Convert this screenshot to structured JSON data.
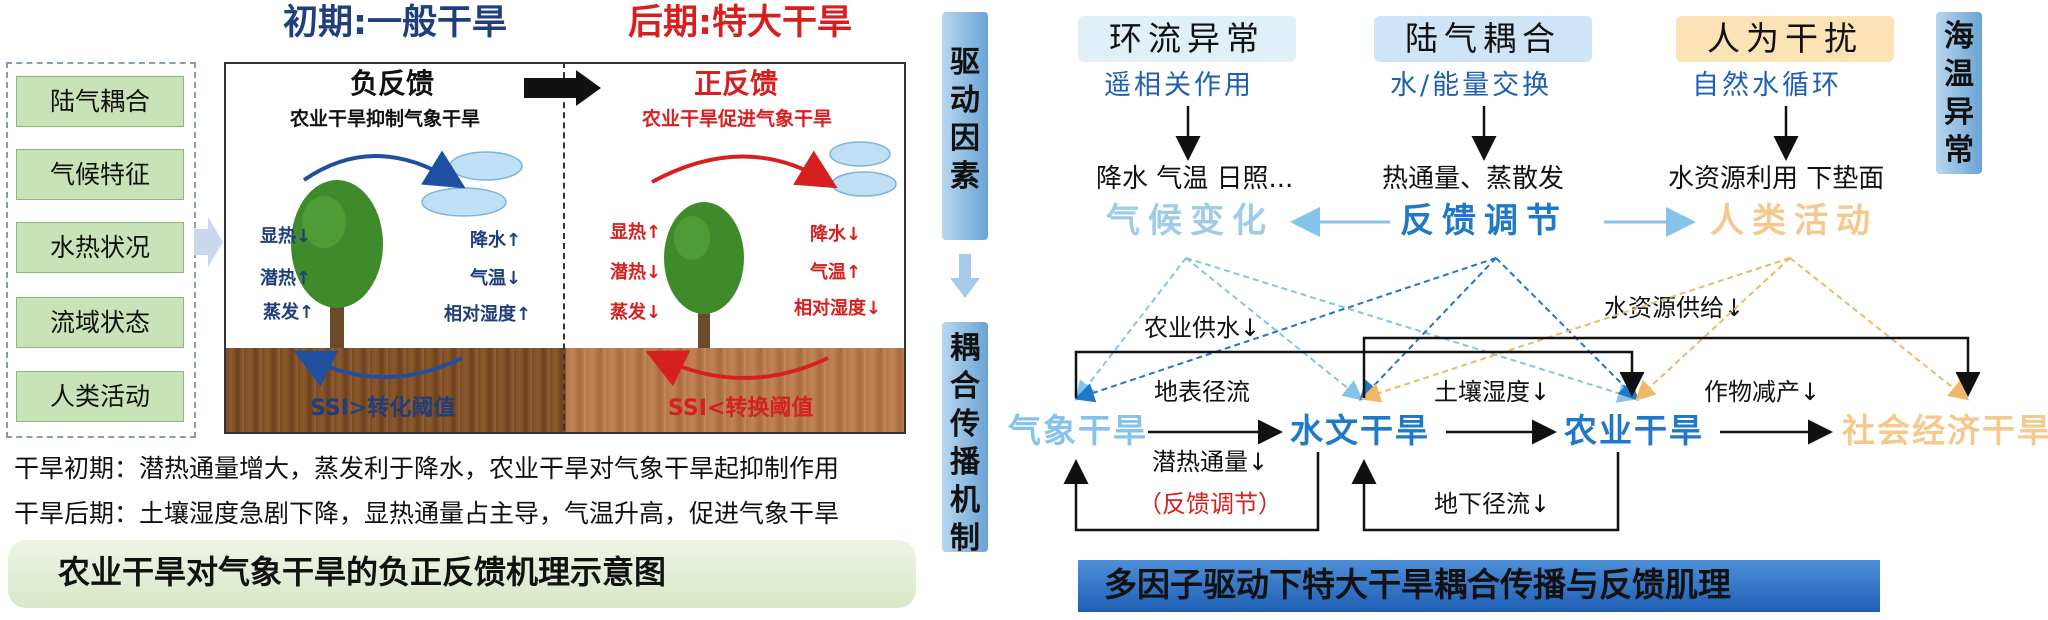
{
  "left": {
    "title_early": "初期:一般干旱",
    "title_late": "后期:特大干旱",
    "factors": [
      "陆气耦合",
      "气候特征",
      "水热状况",
      "流域状态",
      "人类活动"
    ],
    "neg": {
      "title": "负反馈",
      "subtitle": "农业干旱抑制气象干旱",
      "left_items": [
        "显热↓",
        "潜热↑",
        "蒸发↑"
      ],
      "right_items": [
        "降水↑",
        "气温↓",
        "相对湿度↑"
      ],
      "ssi": "SSI>转化阈值"
    },
    "pos": {
      "title": "正反馈",
      "subtitle": "农业干旱促进气象干旱",
      "left_items": [
        "显热↑",
        "潜热↓",
        "蒸发↓"
      ],
      "right_items": [
        "降水↓",
        "气温↑",
        "相对湿度↓"
      ],
      "ssi": "SSI<转换阈值"
    },
    "caption1": "干旱初期：潜热通量增大，蒸发利于降水，农业干旱对气象干旱起抑制作用",
    "caption2": "干旱后期：土壤湿度急剧下降，显热通量占主导，气温升高，促进气象干旱",
    "banner": "农业干旱对气象干旱的负正反馈机理示意图"
  },
  "right": {
    "driver_label": "驱动因素",
    "coupling_label": "耦合传播机制",
    "sst_label": "海温异常",
    "heads": [
      {
        "title": "环流异常",
        "sub": "遥相关作用",
        "bg": "#dff0f9"
      },
      {
        "title": "陆气耦合",
        "sub": "水/能量交换",
        "bg": "#cfe4f6"
      },
      {
        "title": "人为干扰",
        "sub": "自然水循环",
        "bg": "#fbe3b5"
      }
    ],
    "mid_texts": [
      "降水 气温 日照...",
      "热通量、蒸散发",
      "水资源利用 下垫面"
    ],
    "big_texts": [
      "气候变化",
      "反馈调节",
      "人类活动"
    ],
    "big_colors": {
      "climate": "#9fcbe8",
      "feedback": "#1f78c8",
      "human": "#f5c98e"
    },
    "nodes": [
      "气象干旱",
      "水文干旱",
      "农业干旱",
      "社会经济干旱"
    ],
    "node_colors": {
      "met": "#86c3ea",
      "hyd": "#1f78c8",
      "agr": "#1f78c8",
      "soc": "#f5c98e"
    },
    "labels": {
      "agri_supply": "农业供水↓",
      "water_supply": "水资源供给↓",
      "surface_runoff": "地表径流",
      "soil_moisture": "土壤湿度↓",
      "crop_reduction": "作物减产↓",
      "latent_flux": "潜热通量↓",
      "feedback": "（反馈调节）",
      "groundwater": "地下径流↓"
    },
    "banner": "多因子驱动下特大干旱耦合传播与反馈肌理"
  }
}
